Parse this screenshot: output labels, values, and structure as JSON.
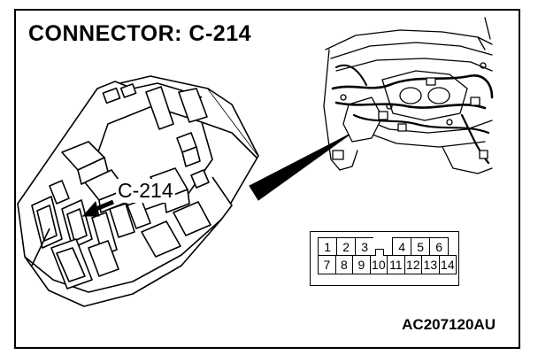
{
  "figure": {
    "title": "CONNECTOR: C-214",
    "callout_label": "C-214",
    "reference_code": "AC207120AU"
  },
  "connector_face": {
    "rows": [
      [
        "1",
        "2",
        "3",
        "",
        "4",
        "5",
        "6"
      ],
      [
        "7",
        "8",
        "9",
        "10",
        "11",
        "12",
        "13",
        "14"
      ]
    ]
  },
  "icons": {
    "callout_arrow": "arrow-icon",
    "pointer_wedge": "wedge-pointer-icon"
  }
}
